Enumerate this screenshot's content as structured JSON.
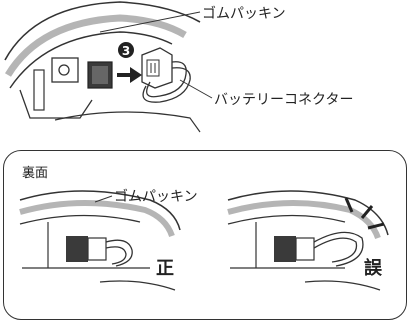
{
  "top": {
    "gasket_label": "ゴムパッキン",
    "connector_label": "バッテリーコネクター",
    "step_number": "3"
  },
  "panel": {
    "title": "裏面",
    "gasket_label": "ゴムパッキン",
    "correct_label": "正",
    "wrong_label": "誤"
  },
  "colors": {
    "line": "#333333",
    "gasket": "#b5b5b5",
    "badge": "#222222"
  }
}
